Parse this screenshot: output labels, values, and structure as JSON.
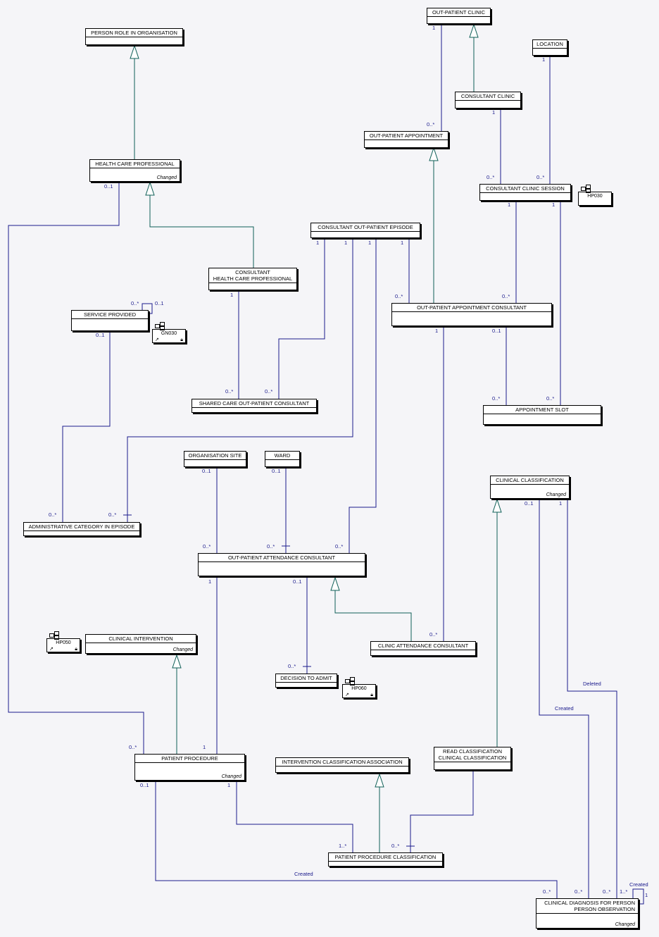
{
  "entities": {
    "person_role": {
      "title": "PERSON ROLE IN ORGANISATION"
    },
    "opc": {
      "title": "OUT-PATIENT CLINIC"
    },
    "location": {
      "title": "LOCATION"
    },
    "consultant_clinic": {
      "title": "CONSULTANT CLINIC"
    },
    "opa": {
      "title": "OUT-PATIENT APPOINTMENT"
    },
    "hcp": {
      "title": "HEALTH CARE PROFESSIONAL",
      "footer": "Changed"
    },
    "ccs": {
      "title": "CONSULTANT CLINIC SESSION"
    },
    "cope": {
      "title": "CONSULTANT OUT-PATIENT EPISODE"
    },
    "chcp": {
      "title": "CONSULTANT\nHEALTH CARE PROFESSIONAL"
    },
    "service": {
      "title": "SERVICE PROVIDED"
    },
    "opac": {
      "title": "OUT-PATIENT APPOINTMENT CONSULTANT"
    },
    "shared": {
      "title": "SHARED CARE OUT-PATIENT CONSULTANT"
    },
    "slot": {
      "title": "APPOINTMENT SLOT"
    },
    "org_site": {
      "title": "ORGANISATION SITE"
    },
    "ward": {
      "title": "WARD"
    },
    "clin_class": {
      "title": "CLINICAL CLASSIFICATION",
      "footer": "Changed"
    },
    "admin_cat": {
      "title": "ADMINISTRATIVE CATEGORY IN EPISODE"
    },
    "opatc": {
      "title": "OUT-PATIENT ATTENDANCE CONSULTANT"
    },
    "cli_att": {
      "title": "CLINIC ATTENDANCE CONSULTANT"
    },
    "clin_int": {
      "title": "CLINICAL INTERVENTION",
      "footer": "Changed"
    },
    "dta": {
      "title": "DECISION TO ADMIT"
    },
    "read": {
      "title": "READ CLASSIFICATION\nCLINICAL CLASSIFICATION"
    },
    "pp": {
      "title": "PATIENT PROCEDURE",
      "footer": "Changed"
    },
    "ica": {
      "title": "INTERVENTION CLASSIFICATION ASSOCIATION"
    },
    "ppc": {
      "title": "PATIENT PROCEDURE CLASSIFICATION"
    },
    "cdp": {
      "title": "CLINICAL DIAGNOSIS FOR PERSON\nPERSON OBSERVATION",
      "footer": "Changed"
    }
  },
  "packages": {
    "hp030": {
      "label": "HP030"
    },
    "gn030": {
      "label": "GN030"
    },
    "hp050": {
      "label": "HP050"
    },
    "hp060": {
      "label": "HP060"
    }
  },
  "multiplicities": [
    {
      "text": "1"
    },
    {
      "text": "0..*"
    },
    {
      "text": "1"
    },
    {
      "text": "1"
    },
    {
      "text": "0..*"
    },
    {
      "text": "0..*"
    },
    {
      "text": "0..1"
    },
    {
      "text": "1"
    },
    {
      "text": "1"
    },
    {
      "text": "1"
    },
    {
      "text": "1"
    },
    {
      "text": "1"
    },
    {
      "text": "1"
    },
    {
      "text": "0..*"
    },
    {
      "text": "0..*"
    },
    {
      "text": "1"
    },
    {
      "text": "0..*"
    },
    {
      "text": "0..1"
    },
    {
      "text": "0..1"
    },
    {
      "text": "0..*"
    },
    {
      "text": "0..*"
    },
    {
      "text": "1"
    },
    {
      "text": "0..1"
    },
    {
      "text": "0..*"
    },
    {
      "text": "0..*"
    },
    {
      "text": "0..1"
    },
    {
      "text": "0..1"
    },
    {
      "text": "0..1"
    },
    {
      "text": "1"
    },
    {
      "text": "0..*"
    },
    {
      "text": "0..*"
    },
    {
      "text": "0..*"
    },
    {
      "text": "0..*"
    },
    {
      "text": "1"
    },
    {
      "text": "0..1"
    },
    {
      "text": "0..*"
    },
    {
      "text": "0..*"
    },
    {
      "text": "0..*"
    },
    {
      "text": "0..*"
    },
    {
      "text": "1"
    },
    {
      "text": "0..1"
    },
    {
      "text": "1"
    },
    {
      "text": "1..*"
    },
    {
      "text": "0..*"
    },
    {
      "text": "0..*"
    },
    {
      "text": "0..*"
    },
    {
      "text": "0..*"
    },
    {
      "text": "1..*"
    },
    {
      "text": "1"
    }
  ],
  "relationship_labels": [
    {
      "text": "Deleted"
    },
    {
      "text": "Created"
    },
    {
      "text": "Created"
    },
    {
      "text": "Created"
    }
  ],
  "colors": {
    "line": "#1a1a8c",
    "generalization": "#0f5f57",
    "box_border": "#000000",
    "background": "#f5f5f8"
  }
}
